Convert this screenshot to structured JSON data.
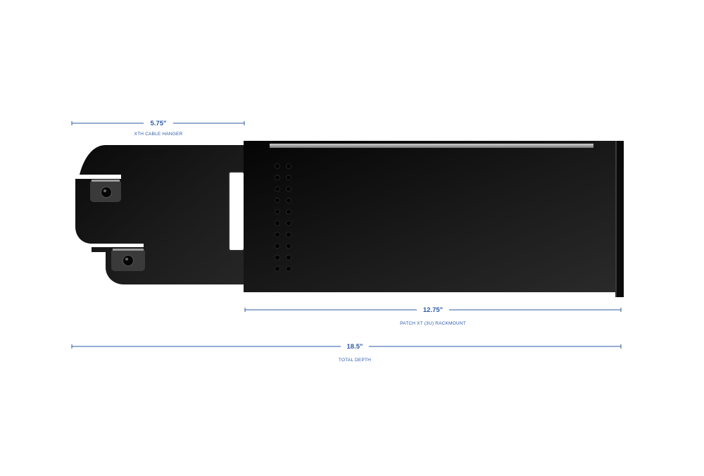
{
  "colors": {
    "dimension": "#2e5aa6",
    "device_body": "#111111",
    "hanger_body": "#151515",
    "background": "#ffffff"
  },
  "dimensions": {
    "hanger": {
      "value": "5.75\"",
      "caption": "XTH CABLE HANGER"
    },
    "rackmount": {
      "value": "12.75\"",
      "caption": "PATCH XT (3U) RACKMOUNT"
    },
    "total": {
      "value": "18.5\"",
      "caption": "TOTAL DEPTH"
    }
  },
  "device": {
    "vent_columns": 2,
    "vent_rows": 10
  }
}
